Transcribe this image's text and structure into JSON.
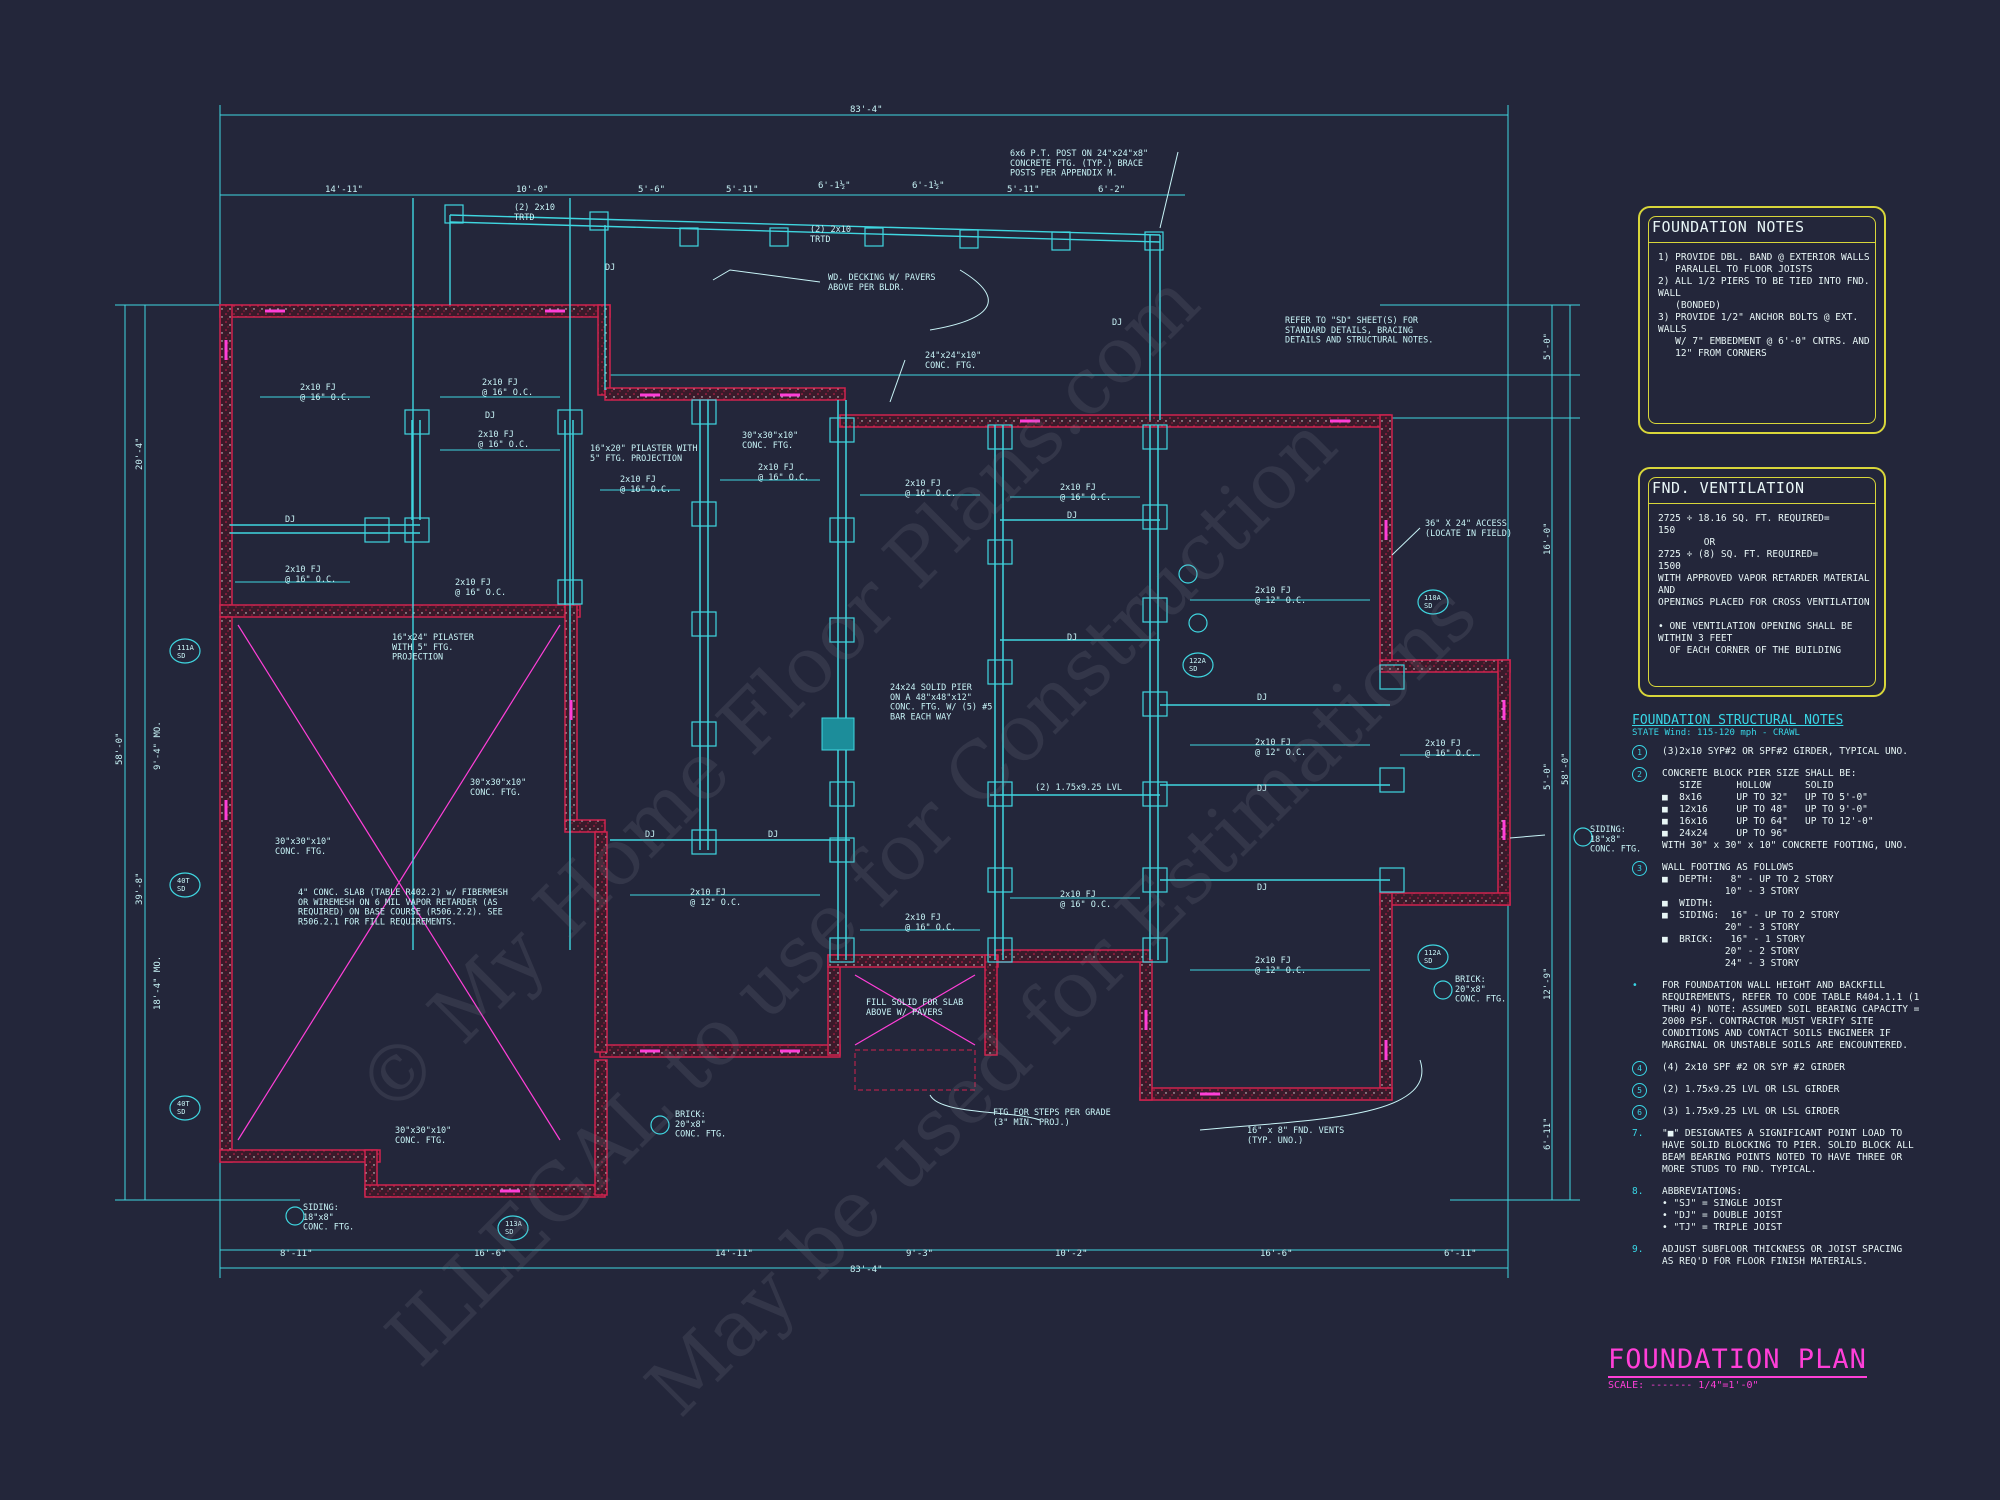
{
  "plan": {
    "overall_dim": "83'-4\"",
    "top_dims": [
      "14'-11\"",
      "10'-0\"",
      "5'-6\"",
      "5'-11\"",
      "6'-1½\"",
      "6'-1½\"",
      "5'-11\"",
      "6'-2\""
    ],
    "bottom_dims": [
      "8'-11\"",
      "16'-6\"",
      "14'-11\"",
      "9'-3\"",
      "10'-2\"",
      "16'-6\"",
      "6'-11\""
    ],
    "left_dims": [
      "20'-4\"",
      "9'-4\" MO.",
      "18'-4\" MO.",
      "39'-8\"",
      "58'-0\""
    ],
    "right_dims": [
      "5'-0\"",
      "16'-0\"",
      "5'-0\"",
      "12'-9\"",
      "6'-11\"",
      "58'-0\""
    ],
    "labels": {
      "post_note": "6x6 P.T. POST ON 24\"x24\"x8\"\nCONCRETE FTG. (TYP.) BRACE\nPOSTS PER APPENDIX M.",
      "deck_note": "WD. DECKING W/ PAVERS\nABOVE PER BLDR.",
      "refer_note": "REFER TO \"SD\" SHEET(S) FOR\nSTANDARD DETAILS, BRACING\nDETAILS AND STRUCTURAL NOTES.",
      "pilaster1": "16\"x20\" PILASTER WITH\n5\" FTG. PROJECTION",
      "pilaster2": "16\"x24\" PILASTER\nWITH 5\" FTG.\nPROJECTION",
      "solid_pier": "24x24 SOLID PIER\nON A 48\"x48\"x12\"\nCONC. FTG. W/ (5) #5\nBAR EACH WAY",
      "access": "36\" X 24\" ACCESS\n(LOCATE IN FIELD)",
      "slab_note": "4\" CONC. SLAB (TABLE R402.2) w/ FIBERMESH\nOR WIREMESH ON 6 MIL VAPOR RETARDER (AS\nREQUIRED) ON BASE COURSE (R506.2.2). SEE\nR506.2.1 FOR FILL REQUIREMENTS.",
      "fill_solid": "FILL SOLID FOR SLAB\nABOVE W/ PAVERS",
      "ftg_steps": "FTG FOR STEPS PER GRADE\n(3\" MIN. PROJ.)",
      "vents": "16\" x 8\" FND. VENTS\n(TYP. UNO.)",
      "conc_ftg_a": "24\"x24\"x10\"\nCONC. FTG.",
      "conc_ftg_b": "30\"x30\"x10\"\nCONC. FTG.",
      "siding_r": "SIDING:\n18\"x8\"\nCONC. FTG.",
      "brick_r": "BRICK:\n20\"x8\"\nCONC. FTG.",
      "lvl": "(2) 1.75x9.25 LVL",
      "girder_top": "(2) 2x10\nTRTD",
      "joist_16": "2x10 FJ\n@ 16\" O.C.",
      "joist_12": "2x10 FJ\n@ 12\" O.C.",
      "dj": "DJ"
    },
    "tags": [
      "111A\nSD",
      "110A\nSD",
      "122A\nSD",
      "112A\nSD",
      "113A\nSD",
      "40T\nSD",
      "40T\nSD"
    ]
  },
  "foundation_notes": {
    "title": "FOUNDATION NOTES",
    "body": "1) PROVIDE DBL. BAND @ EXTERIOR WALLS\n   PARALLEL TO FLOOR JOISTS\n2) ALL 1/2 PIERS TO BE TIED INTO FND. WALL\n   (BONDED)\n3) PROVIDE 1/2\" ANCHOR BOLTS @ EXT. WALLS\n   W/ 7\" EMBEDMENT @ 6'-0\" CNTRS. AND\n   12\" FROM CORNERS"
  },
  "fnd_ventilation": {
    "title": "FND. VENTILATION",
    "body": "2725 ÷ 18.16 SQ. FT. REQUIRED=\n150\n        OR\n2725 ÷ (8) SQ. FT. REQUIRED=\n1500\nWITH APPROVED VAPOR RETARDER MATERIAL AND\nOPENINGS PLACED FOR CROSS VENTILATION\n\n• ONE VENTILATION OPENING SHALL BE WITHIN 3 FEET\n  OF EACH CORNER OF THE BUILDING"
  },
  "structural_notes": {
    "title": "FOUNDATION STRUCTURAL NOTES",
    "subtitle": "STATE Wind: 115-120 mph - CRAWL",
    "items": [
      {
        "num": "1",
        "circle": true,
        "text": "(3)2x10 SYP#2 OR SPF#2 GIRDER, TYPICAL UNO."
      },
      {
        "num": "2",
        "circle": true,
        "text": "CONCRETE BLOCK PIER SIZE SHALL BE:\n   SIZE      HOLLOW      SOLID\n■  8x16      UP TO 32\"   UP TO 5'-0\"\n■  12x16     UP TO 48\"   UP TO 9'-0\"\n■  16x16     UP TO 64\"   UP TO 12'-0\"\n■  24x24     UP TO 96\"\nWITH 30\" x 30\" x 10\" CONCRETE FOOTING, UNO."
      },
      {
        "num": "3",
        "circle": true,
        "text": "WALL FOOTING AS FOLLOWS\n■  DEPTH:   8\" - UP TO 2 STORY\n           10\" - 3 STORY\n■  WIDTH:\n■  SIDING:  16\" - UP TO 2 STORY\n           20\" - 3 STORY\n■  BRICK:   16\" - 1 STORY\n           20\" - 2 STORY\n           24\" - 3 STORY"
      },
      {
        "num": "•",
        "circle": false,
        "text": "FOR FOUNDATION WALL HEIGHT AND BACKFILL\nREQUIREMENTS, REFER TO CODE TABLE R404.1.1 (1\nTHRU 4) NOTE: ASSUMED SOIL BEARING CAPACITY =\n2000 PSF. CONTRACTOR MUST VERIFY SITE\nCONDITIONS AND CONTACT SOILS ENGINEER IF\nMARGINAL OR UNSTABLE SOILS ARE ENCOUNTERED."
      },
      {
        "num": "4",
        "circle": true,
        "text": "(4) 2x10 SPF #2 OR SYP #2 GIRDER"
      },
      {
        "num": "5",
        "circle": true,
        "text": "(2) 1.75x9.25 LVL OR LSL GIRDER"
      },
      {
        "num": "6",
        "circle": true,
        "text": "(3) 1.75x9.25 LVL OR LSL GIRDER"
      },
      {
        "num": "7.",
        "circle": false,
        "text": "\"■\" DESIGNATES A SIGNIFICANT POINT LOAD TO\nHAVE SOLID BLOCKING TO PIER. SOLID BLOCK ALL\nBEAM BEARING POINTS NOTED TO HAVE THREE OR\nMORE STUDS TO FND. TYPICAL."
      },
      {
        "num": "8.",
        "circle": false,
        "text": "ABBREVIATIONS:\n• \"SJ\" = SINGLE JOIST\n• \"DJ\" = DOUBLE JOIST\n• \"TJ\" = TRIPLE JOIST"
      },
      {
        "num": "9.",
        "circle": false,
        "text": "ADJUST SUBFLOOR THICKNESS OR JOIST SPACING\nAS REQ'D FOR FLOOR FINISH MATERIALS."
      }
    ]
  },
  "title_block": {
    "title": "FOUNDATION PLAN",
    "scale": "SCALE: ------- 1/4\"=1'-0\""
  },
  "watermark": {
    "line1": "© My Home Floor Plans.com",
    "line2": "ILLEGAL to use for Construction",
    "line3": "May be used for Estimations"
  },
  "colors": {
    "background": "#23263a",
    "cyan": "#3fd6e0",
    "wall_red": "#d0234e",
    "magenta": "#ff3fd8",
    "yellow": "#d8d63a"
  }
}
